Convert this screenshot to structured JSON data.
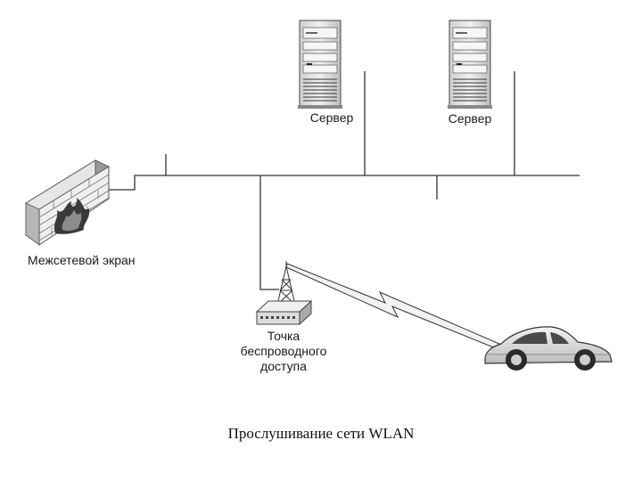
{
  "labels": {
    "server_left": "Сервер",
    "server_right": "Сервер",
    "firewall": "Межсетевой экран",
    "access_point_line1": "Точка",
    "access_point_line2": "беспроводного",
    "access_point_line3": "доступа"
  },
  "caption": "Прослушивание сети WLAN",
  "colors": {
    "line": "#333333",
    "device_fill": "#e9e9e9",
    "device_dark": "#777777",
    "background": "#ffffff"
  },
  "icons": [
    "server-icon",
    "firewall-brick-wall-icon",
    "fire-icon",
    "wireless-access-point-icon",
    "antenna-tower-icon",
    "lightning-signal-icon",
    "car-icon"
  ]
}
